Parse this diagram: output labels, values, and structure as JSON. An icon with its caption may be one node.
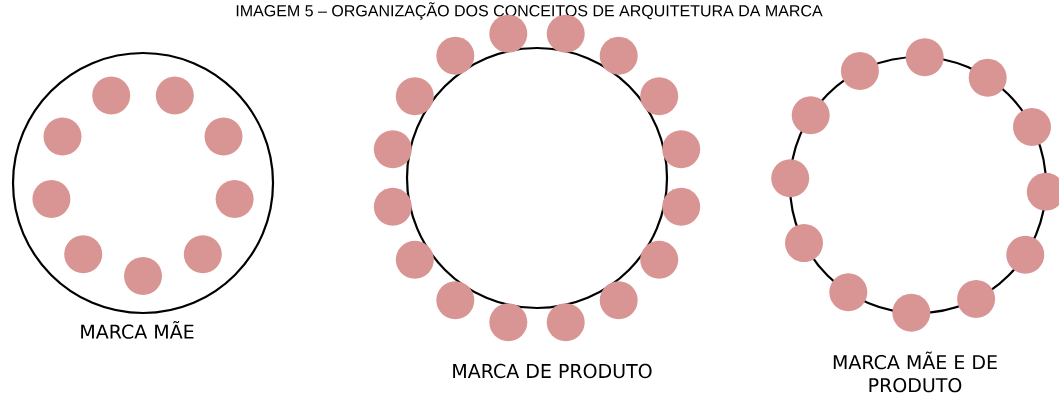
{
  "diagram": {
    "title": "IMAGEM 5 – ORGANIZAÇÃO DOS CONCEITOS DE ARQUITETURA DA MARCA",
    "nodes": [
      {
        "text": [
          "MARCA MÃE"
        ]
      },
      {
        "text": [],
        "shape": "circle",
        "in": 0
      },
      {
        "text": [],
        "shape": "circle",
        "in": 0
      },
      {
        "text": [],
        "shape": "circle",
        "in": 0
      },
      {
        "text": [],
        "shape": "circle",
        "in": 0
      },
      {
        "text": [],
        "shape": "circle",
        "in": 0
      },
      {
        "text": [],
        "shape": "circle",
        "in": 0
      },
      {
        "text": [],
        "shape": "circle",
        "in": 0
      },
      {
        "text": [],
        "shape": "circle",
        "in": 0
      },
      {
        "text": [],
        "shape": "circle",
        "in": 0
      },
      {
        "text": [
          "MARCA DE PRODUTO"
        ]
      },
      {
        "text": [],
        "shape": "circle"
      },
      {
        "text": [],
        "shape": "circle"
      },
      {
        "text": [],
        "shape": "circle"
      },
      {
        "text": [],
        "shape": "circle"
      },
      {
        "text": [],
        "shape": "circle"
      },
      {
        "text": [],
        "shape": "circle"
      },
      {
        "text": [],
        "shape": "circle"
      },
      {
        "text": [],
        "shape": "circle"
      },
      {
        "text": [],
        "shape": "circle"
      },
      {
        "text": [],
        "shape": "circle"
      },
      {
        "text": [],
        "shape": "circle"
      },
      {
        "text": [],
        "shape": "circle"
      },
      {
        "text": [],
        "shape": "circle"
      },
      {
        "text": [],
        "shape": "circle"
      },
      {
        "text": [],
        "shape": "circle"
      },
      {
        "text": [],
        "shape": "circle"
      },
      {
        "text": [
          "MARCA MÃE E DE PRODUTO"
        ]
      },
      {
        "text": [],
        "shape": "circle"
      },
      {
        "text": [],
        "shape": "circle"
      },
      {
        "text": [],
        "shape": "circle"
      },
      {
        "text": [],
        "shape": "circle"
      },
      {
        "text": [],
        "shape": "circle"
      },
      {
        "text": [],
        "shape": "circle"
      },
      {
        "text": [],
        "shape": "circle"
      },
      {
        "text": [],
        "shape": "circle"
      },
      {
        "text": [],
        "shape": "circle"
      },
      {
        "text": [],
        "shape": "circle"
      },
      {
        "text": [],
        "shape": "circle"
      },
      {
        "text": [],
        "shape": "circle"
      }
    ]
  }
}
